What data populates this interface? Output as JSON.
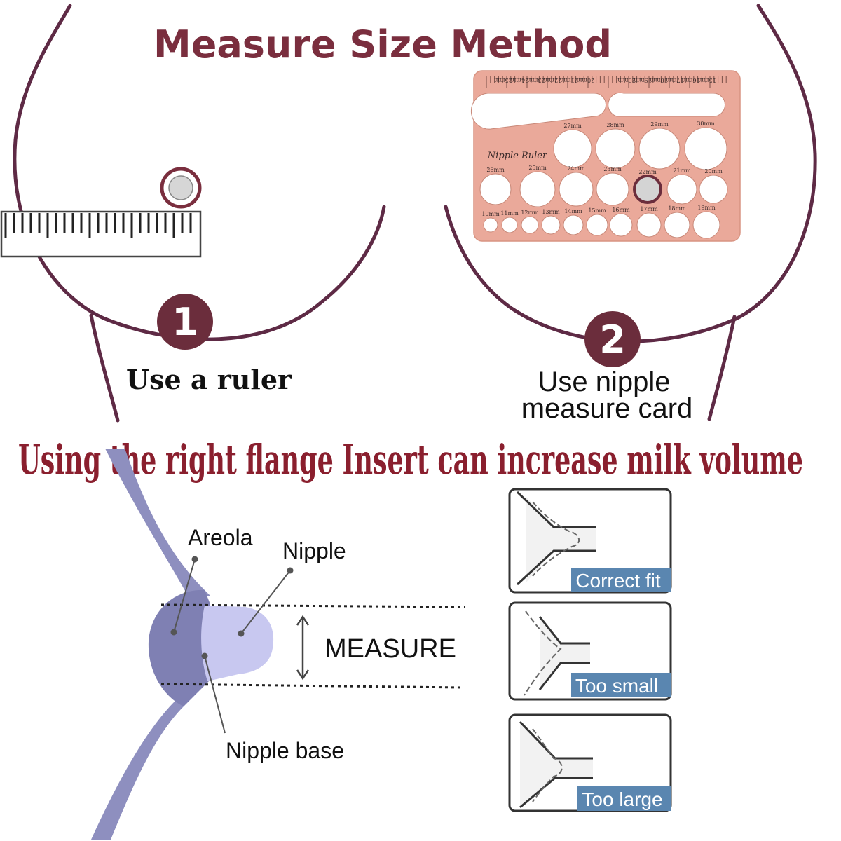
{
  "header": {
    "title": "Measure Size Method"
  },
  "steps": [
    {
      "number": "1",
      "label": "Use a ruler"
    },
    {
      "number": "2",
      "label_line1": "Use nipple",
      "label_line2": "measure card"
    }
  ],
  "card": {
    "title": "Nipple Ruler",
    "top_scale_left": [
      "25mm",
      "24mm",
      "23mm",
      "22mm",
      "21mm",
      "20mm"
    ],
    "top_scale_right": [
      "20mm",
      "19mm",
      "18mm",
      "17mm",
      "16mm",
      "15mm"
    ],
    "row1": [
      "27mm",
      "28mm",
      "29mm",
      "30mm"
    ],
    "row2": [
      "26mm",
      "25mm",
      "24mm",
      "23mm",
      "22mm",
      "21mm",
      "20mm"
    ],
    "row3": [
      "10mm",
      "11mm",
      "12mm",
      "13mm",
      "14mm",
      "15mm",
      "16mm",
      "17mm",
      "18mm",
      "19mm"
    ]
  },
  "headline": "Using the right flange Insert can increase milk volume",
  "anatomy": {
    "areola": "Areola",
    "nipple": "Nipple",
    "nipple_base": "Nipple base",
    "measure": "MEASURE"
  },
  "fit_panels": [
    {
      "label": "Correct fit"
    },
    {
      "label": "Too small"
    },
    {
      "label": "Too large"
    }
  ],
  "colors": {
    "accent": "#7a2e3e",
    "headline": "#8a1f2e",
    "card": "#eaa99a",
    "breast_line": "#5e2a45",
    "anatomy_fill": "#8e8fbf",
    "nipple_fill": "#c8c8f0",
    "fit_label_bg": "#5a86b0"
  }
}
